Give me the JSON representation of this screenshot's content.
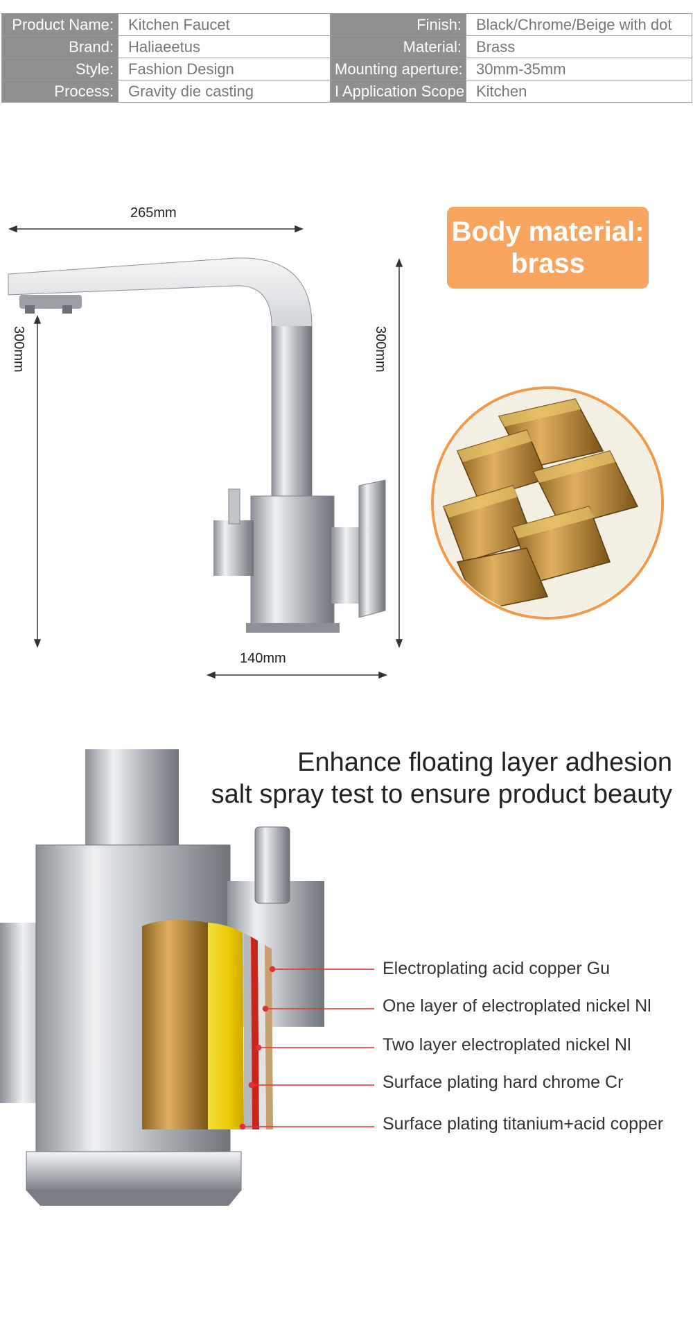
{
  "specs": [
    {
      "k1": "Product Name:",
      "v1": "Kitchen Faucet",
      "k2": "Finish:",
      "v2": "Black/Chrome/Beige with dot"
    },
    {
      "k1": "Brand:",
      "v1": "Haliaeetus",
      "k2": "Material:",
      "v2": "Brass"
    },
    {
      "k1": "Style:",
      "v1": "Fashion Design",
      "k2": "Mounting aperture:",
      "v2": "30mm-35mm"
    },
    {
      "k1": "Process:",
      "v1": "Gravity die casting",
      "k2": "I Application Scope:",
      "v2": "Kitchen"
    }
  ],
  "dimensions": {
    "width_top": "265mm",
    "height_left": "300mm",
    "height_right": "300mm",
    "base_width": "140mm"
  },
  "badge": {
    "line1": "Body material:",
    "line2": "brass"
  },
  "headline": {
    "line1": "Enhance floating layer adhesion",
    "line2": "salt spray test to ensure product beauty"
  },
  "layers": [
    "Electroplating acid copper Gu",
    "One layer of electroplated nickel Nl",
    "Two layer electroplated nickel Nl",
    "Surface plating hard chrome Cr",
    "Surface plating titanium+acid copper"
  ],
  "colors": {
    "accent": "#f8a55f",
    "callout_line": "#e23030",
    "chrome": "#c9ccd0",
    "brass": "#c89a3c"
  }
}
